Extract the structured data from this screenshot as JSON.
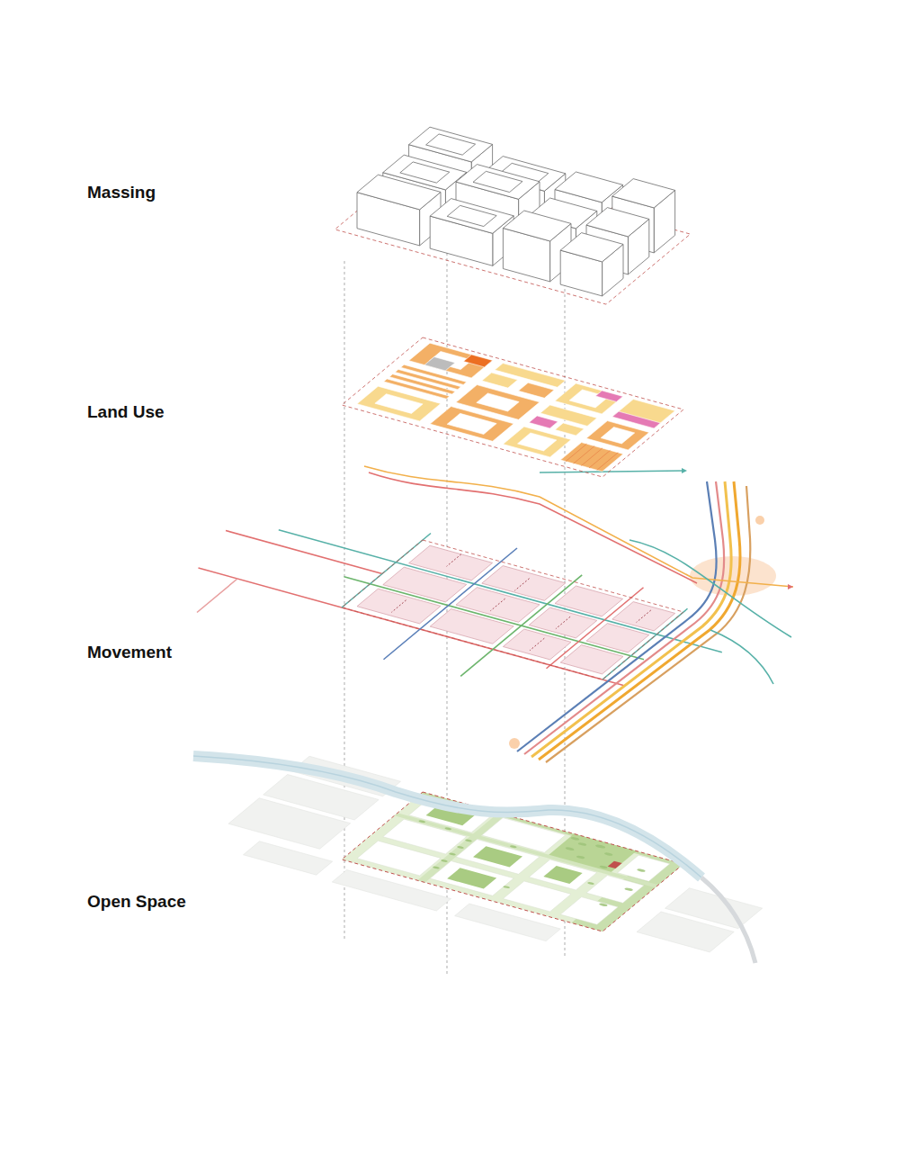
{
  "diagram": {
    "labels": [
      "Massing",
      "Land Use",
      "Movement",
      "Open Space"
    ]
  }
}
